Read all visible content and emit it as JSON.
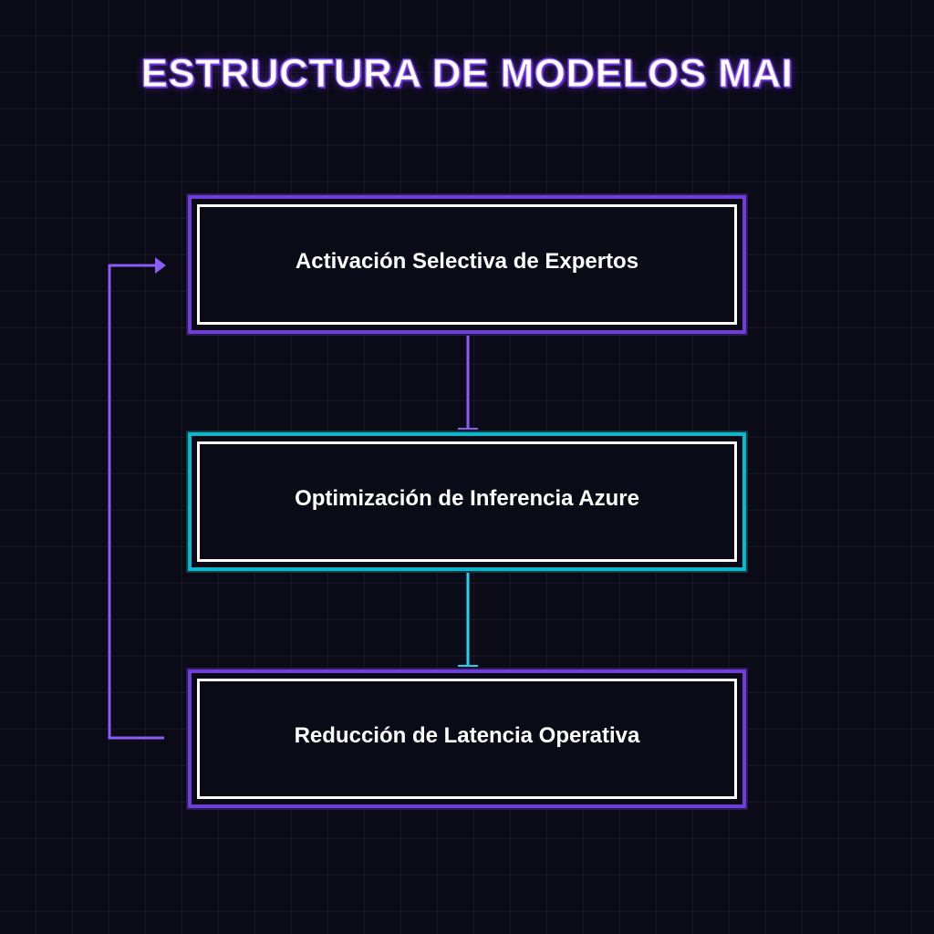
{
  "title": "ESTRUCTURA DE MODELOS MAI",
  "nodes": [
    {
      "label": "Activación Selectiva de Expertos",
      "accent": "#7c4dff"
    },
    {
      "label": "Optimización de Inferencia Azure",
      "accent": "#22c5d8"
    },
    {
      "label": "Reducción de Latencia Operativa",
      "accent": "#7c4dff"
    }
  ],
  "colors": {
    "background": "#0b0b18",
    "purple": "#8b5cf6",
    "cyan": "#22d3ee",
    "node_border": "#ffffff"
  }
}
